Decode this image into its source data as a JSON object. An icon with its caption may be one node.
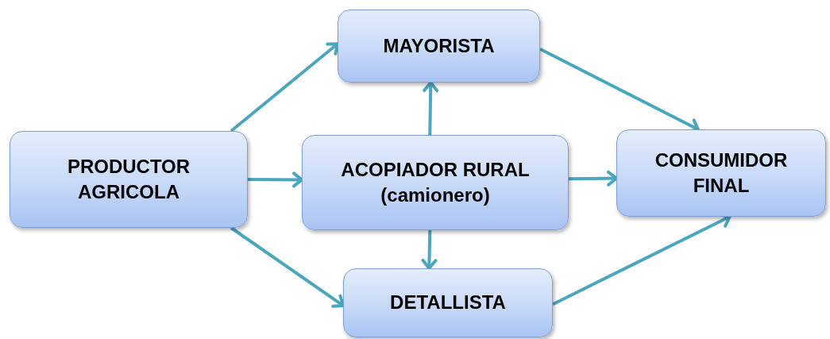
{
  "diagram": {
    "nodes": [
      {
        "text": [
          "PRODUCTOR AGRICOLA"
        ]
      },
      {
        "text": [
          "MAYORISTA"
        ]
      },
      {
        "text": [
          "ACOPIADOR RURAL (camionero)"
        ]
      },
      {
        "text": [
          "CONSUMIDOR FINAL"
        ]
      },
      {
        "text": [
          "DETALLISTA"
        ]
      }
    ],
    "edges": [
      {
        "from": 0,
        "to": 1,
        "arrow": "to"
      },
      {
        "from": 0,
        "to": 2,
        "arrow": "to"
      },
      {
        "from": 0,
        "to": 4,
        "arrow": "to"
      },
      {
        "from": 2,
        "to": 1,
        "arrow": "to"
      },
      {
        "from": 2,
        "to": 3,
        "arrow": "to"
      },
      {
        "from": 2,
        "to": 4,
        "arrow": "to"
      },
      {
        "from": 1,
        "to": 3,
        "arrow": "to"
      },
      {
        "from": 4,
        "to": 3,
        "arrow": "to"
      }
    ]
  }
}
